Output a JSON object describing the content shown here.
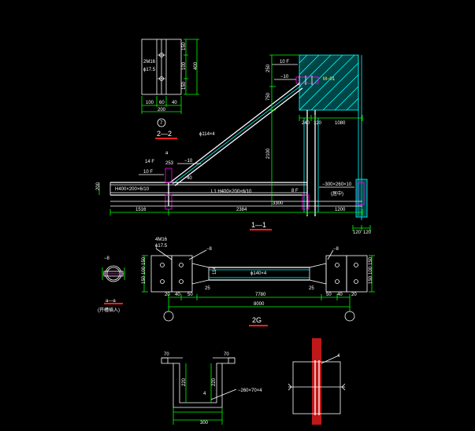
{
  "drawing": {
    "titles": {
      "section_2_2": "2—2",
      "section_1_1": "1—1",
      "section_a_a": "a—a",
      "section_a_a_note": "(开槽插入)",
      "view_g": "2G"
    },
    "detail_2_2": {
      "bolt_spec": "2M16",
      "hole_spec": "ϕ17.5",
      "dims_bottom": [
        "100",
        "60",
        "40"
      ],
      "dim_width": "200",
      "dims_side": [
        "150",
        "100",
        "150"
      ],
      "dim_height": "400",
      "marker_number": "7"
    },
    "section_1_1": {
      "weld_top": "10 F",
      "weld_plate": "−10",
      "wall_mark": "M−01",
      "dim_250": "250",
      "dim_750": "750",
      "dim_2100": "2100",
      "dim_240": "240",
      "dim_120": "120",
      "dim_1080": "1080",
      "brace_label": "ϕ114×4",
      "weld_mid": "14 F",
      "dim_253": "253",
      "plate_10": "−10",
      "weld_low": "10 F",
      "weld_a": "a",
      "dim_40": "40",
      "dim_200": "200",
      "beam_left": "H400×200×6/10",
      "beam_main": "L1  H400×200×6/10",
      "weld_right": "8 F",
      "plate_right": "−300×260×10",
      "plate_right_note": "(居中)",
      "dim_3300": "3300",
      "dim_1516": "1516",
      "dim_2384": "2384",
      "dim_1200": "1200",
      "dim_120a": "120",
      "dim_120b": "120"
    },
    "section_a_a_detail": {
      "plate": "−8"
    },
    "view_g": {
      "bolt_spec": "4M16",
      "hole_spec": "ϕ17.5",
      "plate_left": "−8",
      "plate_right": "−8",
      "dim_114": "114",
      "tube_label": "ϕ140×4",
      "dim_7780": "7780",
      "dim_8000": "8000",
      "dims_left": [
        "20",
        "40",
        "50"
      ],
      "dims_right": [
        "50",
        "40",
        "20"
      ],
      "dim_25a": "25",
      "dim_25b": "25",
      "side_dims_left": [
        "150",
        "100",
        "150"
      ],
      "side_dims_right": [
        "150",
        "100",
        "150"
      ]
    },
    "channel_detail": {
      "dim_70a": "70",
      "dim_70b": "70",
      "dim_220a": "220",
      "dim_220b": "220",
      "dim_300": "300",
      "plate_label": "−260×70×4",
      "weld": "4"
    },
    "splice_detail": {
      "weld": "4"
    }
  }
}
